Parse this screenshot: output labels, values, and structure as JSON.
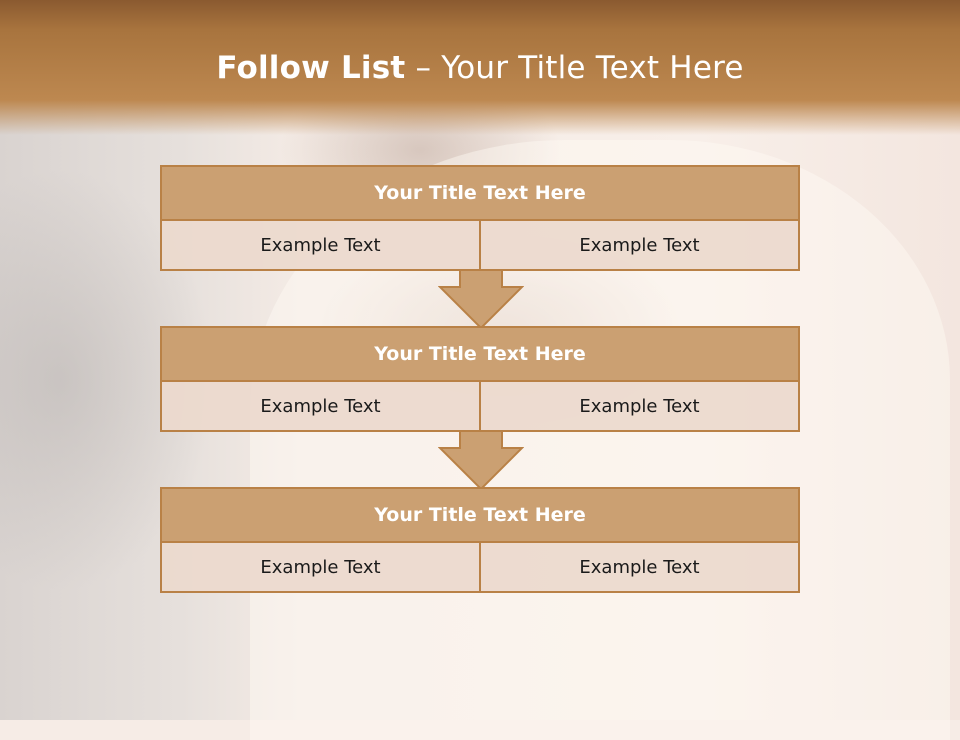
{
  "header": {
    "title_bold": "Follow List",
    "title_rest": "– Your Title Text Here"
  },
  "colors": {
    "header": "#b07a42",
    "block_title_fill": "#cba072",
    "block_border": "#b98146",
    "cell_fill": "#ecd9cd",
    "arrow_fill": "#cba072"
  },
  "blocks": [
    {
      "title": "Your Title Text Here",
      "cells": [
        "Example Text",
        "Example Text"
      ]
    },
    {
      "title": "Your Title Text Here",
      "cells": [
        "Example Text",
        "Example Text"
      ]
    },
    {
      "title": "Your Title Text Here",
      "cells": [
        "Example Text",
        "Example Text"
      ]
    }
  ],
  "arrows": [
    "down-arrow",
    "down-arrow"
  ]
}
